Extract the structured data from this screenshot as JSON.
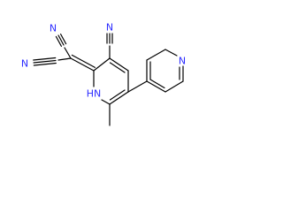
{
  "molecule": {
    "atoms": {
      "nitrile_top_left": "N",
      "nitrile_left": "N",
      "nitrile_top_right": "N",
      "ring_nh": "HN",
      "pyridine_n": "N"
    }
  },
  "colors": {
    "bond": "#000000",
    "nitrogen": "#2b2bff",
    "background": "#ffffff"
  }
}
